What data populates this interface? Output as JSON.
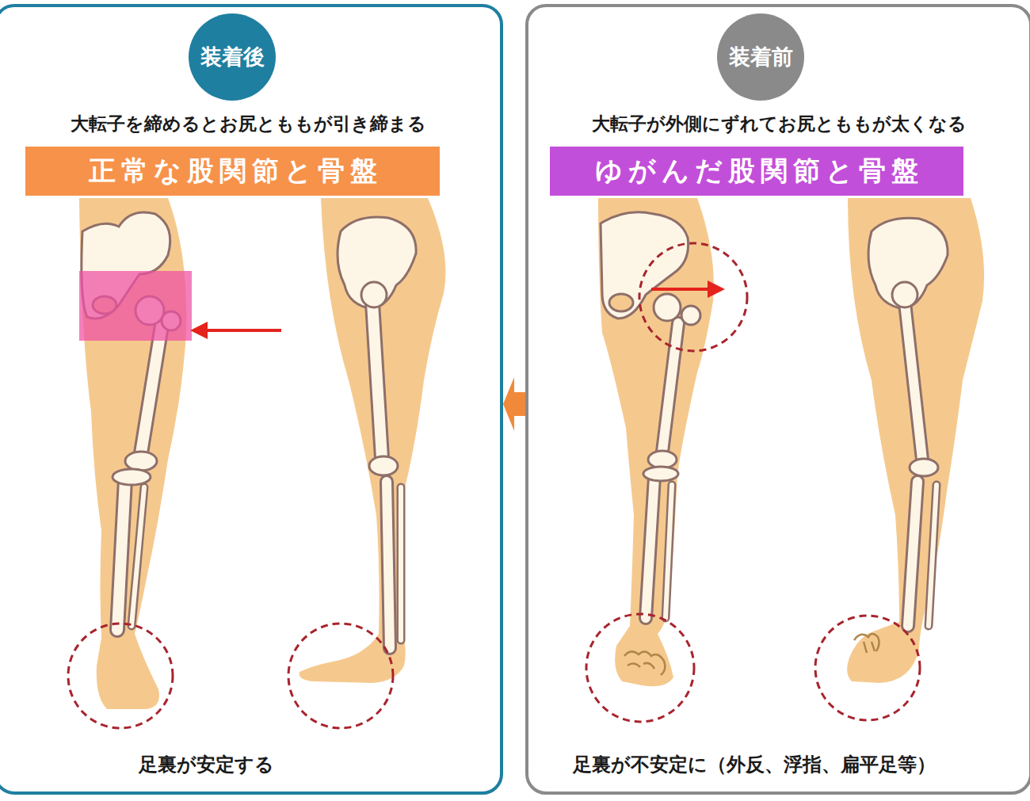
{
  "diagram": {
    "nodes": [
      {
        "text": [
          "大転子を締めるとお尻とももが引き締まる",
          "足裏が安定する"
        ]
      },
      {
        "text": [
          "装着後"
        ],
        "in": 0
      },
      {
        "text": [
          "正常な股関節と骨盤"
        ],
        "in": 0
      },
      {
        "text": [
          "大転子が外側にずれてお尻とももが太くなる",
          "足裏が不安定に（外反、浮指、扁平足等）"
        ]
      },
      {
        "text": [
          "装着前"
        ],
        "in": 3
      },
      {
        "text": [
          "ゆがんだ股関節と骨盤"
        ],
        "in": 3
      }
    ],
    "edges": [
      {
        "from": 3,
        "to": 0,
        "arrow": "to"
      }
    ]
  }
}
